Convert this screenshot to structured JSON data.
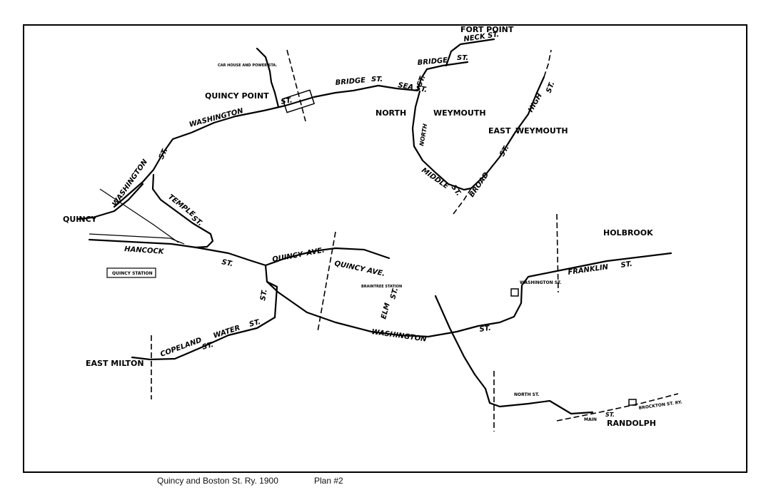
{
  "map": {
    "title": "Quincy and Boston St. Ry. 1900",
    "plan": "Plan #2",
    "towns": [
      "FORT POINT",
      "NORTH",
      "WEYMOUTH",
      "EAST",
      "WEYMOUTH",
      "QUINCY POINT",
      "QUINCY",
      "HOLBROOK",
      "EAST MILTON",
      "RANDOLPH"
    ],
    "streets": [
      "NECK ST.",
      "BRIDGE",
      "ST.",
      "SEA ST.",
      "ST.",
      "HIGH",
      "ST.",
      "ST.",
      "BROAD",
      "MIDDLE",
      "ST.",
      "WASHINGTON",
      "ST.",
      "BRIDGE",
      "ST.",
      "ST.",
      "WASHINGTON",
      "TEMPLE",
      "ST.",
      "HANCOCK",
      "ST.",
      "QUINCY",
      "AVE.",
      "QUINCY AVE.",
      "FRANKLIN",
      "ST.",
      "WASHINGTON ST.",
      "ST.",
      "WASHINGTON",
      "ELM",
      "ST.",
      "WATER",
      "ST.",
      "COPELAND",
      "ST.",
      "ST.",
      "NORTH ST.",
      "MAIN",
      "ST.",
      "BROCKTON ST. RY.",
      "NORTH"
    ],
    "stations": [
      "QUINCY STATION",
      "BRAINTREE STATION",
      "CAR HOUSE AND POWER STA."
    ]
  }
}
